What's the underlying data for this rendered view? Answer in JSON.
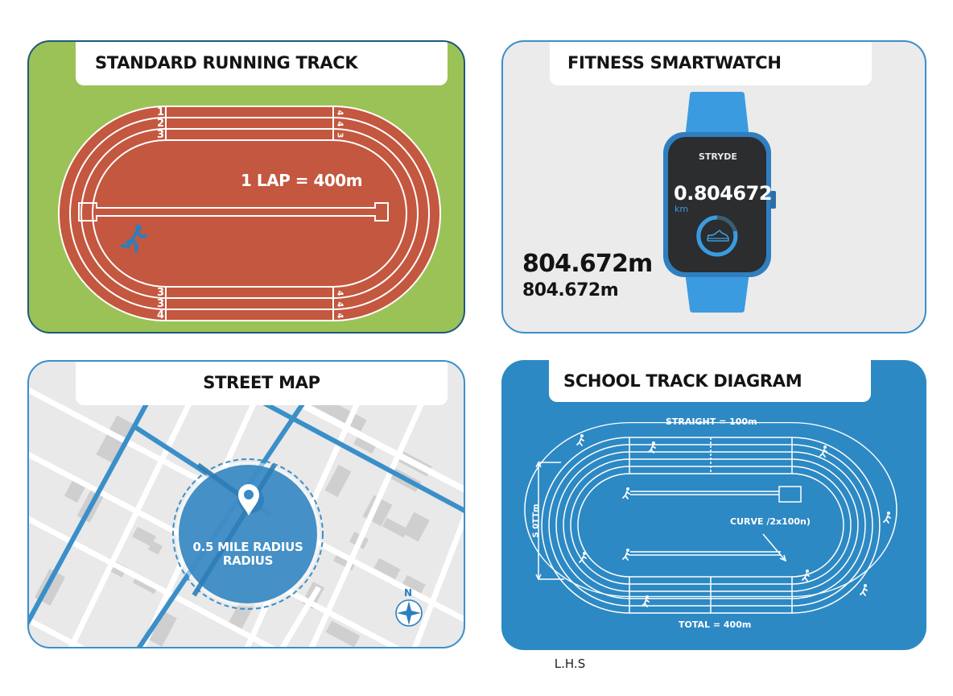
{
  "panels": {
    "running_track": {
      "title": "STANDARD RUNNING TRACK",
      "lap_label": "1 LAP = 400m",
      "lane_numbers_top_left": [
        "1",
        "2",
        "3"
      ],
      "lane_numbers_top_right": [
        "4",
        "4",
        "3"
      ],
      "lane_numbers_bottom_left": [
        "3",
        "3",
        "4"
      ],
      "lane_numbers_bottom_right": [
        "4",
        "4",
        "4"
      ],
      "icon": "runner-icon",
      "colors": {
        "grass": "#9bc257",
        "track": "#c4573f",
        "border": "#1e5a7c"
      }
    },
    "smartwatch": {
      "title": "FITNESS SMARTWATCH",
      "brand": "STRYDE",
      "value": "0.804672",
      "unit": "km",
      "icon": "shoe-icon",
      "distance_primary": "804.672m",
      "distance_secondary": "804.672m",
      "colors": {
        "band": "#3b9be0",
        "screen": "#2b2d2f",
        "background": "#ebebeb"
      }
    },
    "street_map": {
      "title": "STREET MAP",
      "radius_label_line1": "0.5 MILE RADIUS",
      "radius_label_line2": "RADIUS",
      "compass_label": "N",
      "icons": [
        "map-pin-icon",
        "compass-icon"
      ],
      "colors": {
        "road_main": "#3b8fc9",
        "circle": "#3a8ac4",
        "background": "#e9e9e9"
      }
    },
    "school_track": {
      "title": "SCHOOL TRACK DIAGRAM",
      "straight_label": "STRAIGHT = 100m",
      "curve_label": "CURVE /2x100n)",
      "total_label": "TOTAL = 400m",
      "side_label": "S 0TTm",
      "colors": {
        "background": "#2d89c4",
        "lines": "#ffffff"
      }
    }
  },
  "footer": {
    "label": "L.H.S"
  }
}
